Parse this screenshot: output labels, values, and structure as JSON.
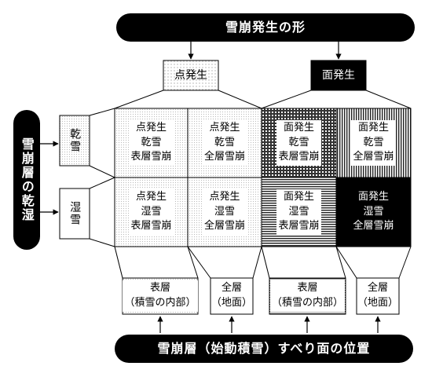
{
  "top_bar": {
    "title": "雪崩発生の形"
  },
  "start_types": {
    "point": "点発生",
    "surface": "面発生"
  },
  "left_bar": {
    "title": "雪崩層の乾湿"
  },
  "snow_types": {
    "dry": "乾雪",
    "wet": "湿雪"
  },
  "grid": {
    "cells": [
      {
        "line1": "点発生",
        "line2": "乾雪",
        "line3": "表層雪崩"
      },
      {
        "line1": "点発生",
        "line2": "乾雪",
        "line3": "全層雪崩"
      },
      {
        "line1": "面発生",
        "line2": "乾雪",
        "line3": "表層雪崩"
      },
      {
        "line1": "面発生",
        "line2": "乾雪",
        "line3": "全層雪崩"
      },
      {
        "line1": "点発生",
        "line2": "湿雪",
        "line3": "表層雪崩"
      },
      {
        "line1": "点発生",
        "line2": "湿雪",
        "line3": "全層雪崩"
      },
      {
        "line1": "面発生",
        "line2": "湿雪",
        "line3": "表層雪崩"
      },
      {
        "line1": "面発生",
        "line2": "湿雪",
        "line3": "全層雪崩"
      }
    ]
  },
  "layer_boxes": [
    {
      "line1": "表層",
      "line2": "（積雪の内部）"
    },
    {
      "line1": "全層",
      "line2": "（地面）"
    },
    {
      "line1": "表層",
      "line2": "（積雪の内部）"
    },
    {
      "line1": "全層",
      "line2": "（地面）"
    }
  ],
  "bottom_bar": {
    "title": "雪崩層（始動積雪）すべり面の位置"
  }
}
